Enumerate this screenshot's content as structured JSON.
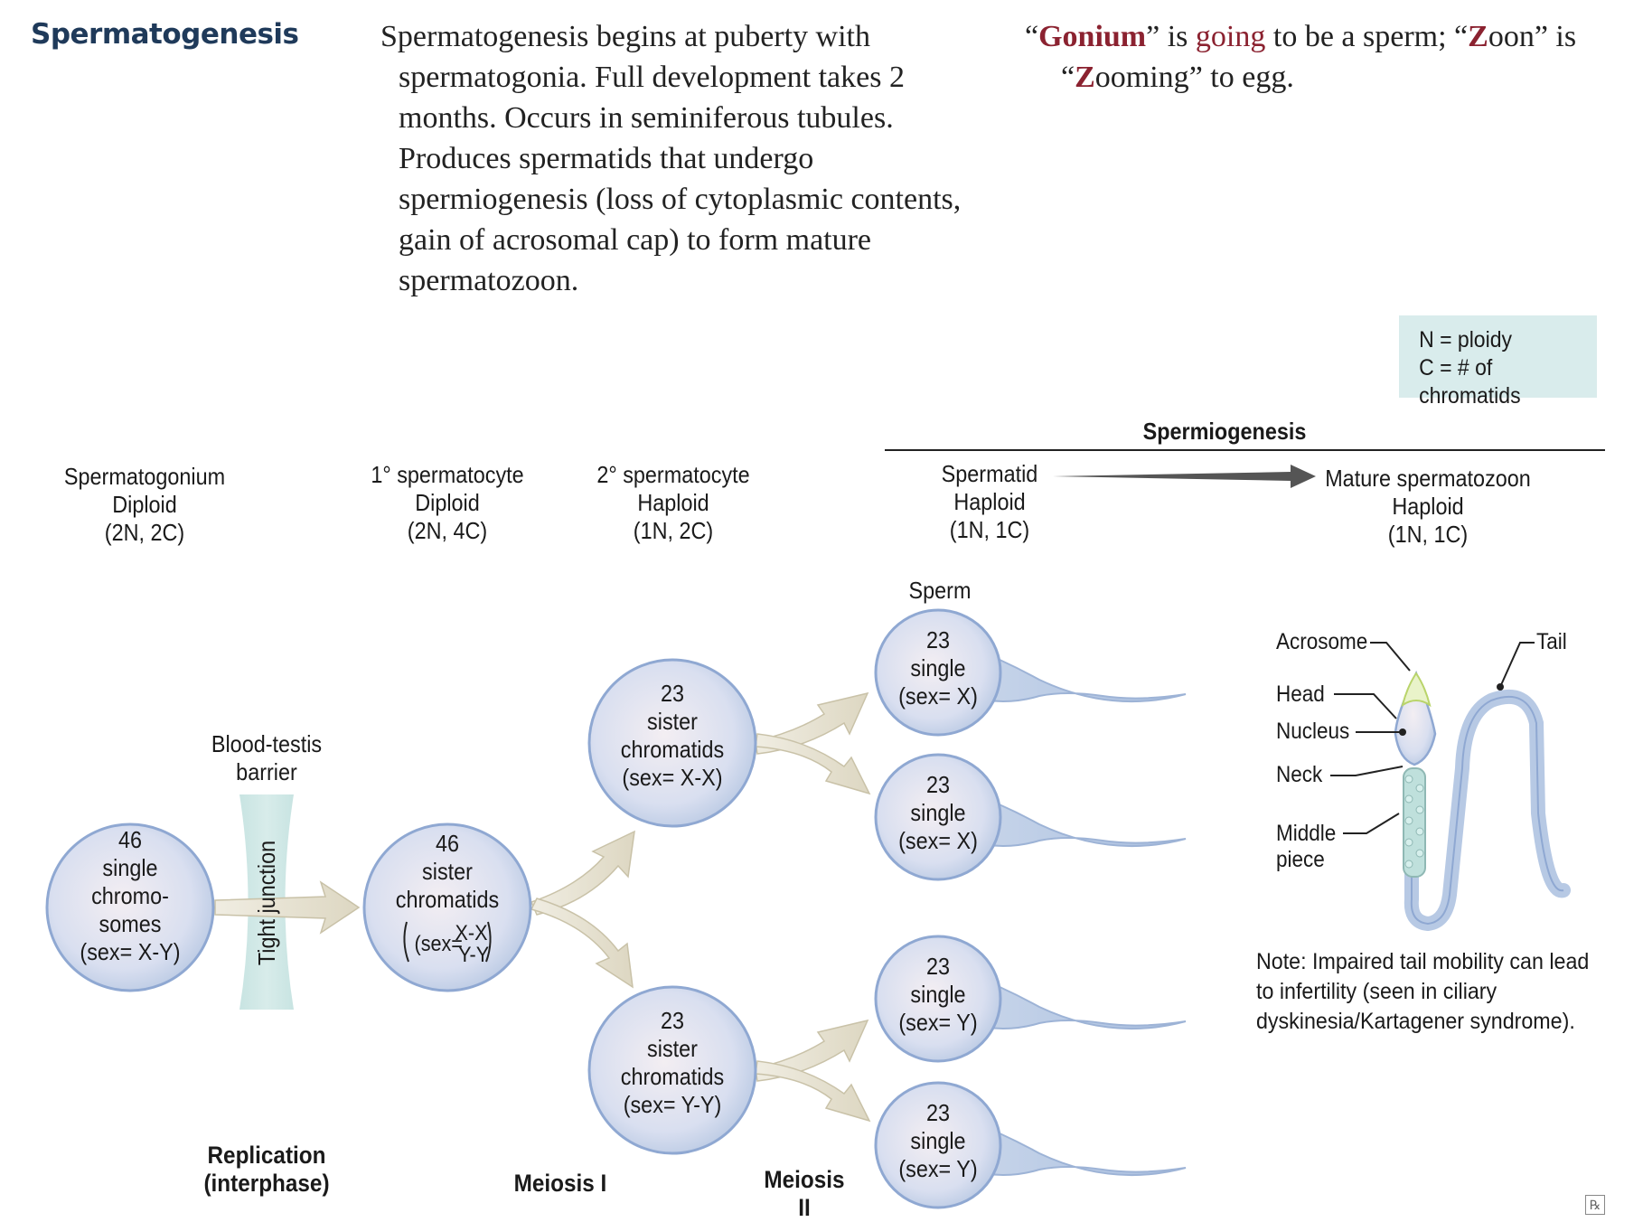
{
  "header": {
    "title": "Spermatogenesis",
    "body_lines": [
      "Spermatogenesis begins at puberty with",
      "spermatogonia. Full development takes 2",
      "months. Occurs in seminiferous tubules.",
      "Produces spermatids that undergo",
      "spermiogenesis (loss of cytoplasmic contents,",
      "gain of acrosomal cap) to form mature",
      "spermatozoon."
    ],
    "mnemonic": {
      "q1": "“",
      "gonium": "Gonium",
      "t1": "” is ",
      "going": "going",
      "t2": " to be a sperm; “",
      "z1": "Z",
      "oon": "oon",
      "t3": "” is",
      "q2": "“",
      "z2": "Z",
      "ooming": "ooming",
      "t4": "” to egg."
    }
  },
  "key": {
    "line1": "N = ploidy",
    "line2": "C = # of chromatids"
  },
  "spermiogenesis_label": "Spermiogenesis",
  "stages": {
    "spermatogonium": [
      "Spermatogonium",
      "Diploid",
      "(2N, 2C)"
    ],
    "primary": [
      "1° spermatocyte",
      "Diploid",
      "(2N, 4C)"
    ],
    "secondary": [
      "2° spermatocyte",
      "Haploid",
      "(1N, 2C)"
    ],
    "spermatid": [
      "Spermatid",
      "Haploid",
      "(1N, 1C)"
    ],
    "mature": [
      "Mature spermatozoon",
      "Haploid",
      "(1N, 1C)"
    ]
  },
  "sperm_label": "Sperm",
  "barrier": {
    "line1": "Blood-testis",
    "line2": "barrier",
    "junction": "Tight junction"
  },
  "cells": {
    "c1": [
      "46",
      "single",
      "chromo-",
      "somes",
      "(sex= X-Y)"
    ],
    "c2": [
      "46",
      "sister",
      "chromatids",
      "(sex=",
      "X-X",
      "Y-Y"
    ],
    "c3": [
      "23",
      "sister",
      "chromatids",
      "(sex= X-X)"
    ],
    "c4": [
      "23",
      "sister",
      "chromatids",
      "(sex= Y-Y)"
    ],
    "s1": [
      "23",
      "single",
      "(sex= X)"
    ],
    "s2": [
      "23",
      "single",
      "(sex= X)"
    ],
    "s3": [
      "23",
      "single",
      "(sex= Y)"
    ],
    "s4": [
      "23",
      "single",
      "(sex= Y)"
    ]
  },
  "phases": {
    "replication": [
      "Replication",
      "(interphase)"
    ],
    "meiosis1": "Meiosis I",
    "meiosis2": "Meiosis II"
  },
  "anatomy": {
    "acrosome": "Acrosome",
    "head": "Head",
    "nucleus": "Nucleus",
    "neck": "Neck",
    "middle": [
      "Middle",
      "piece"
    ],
    "tail": "Tail"
  },
  "note": "Note: Impaired tail mobility can lead to infertility (seen in ciliary dyskinesia/Kartagener syndrome).",
  "logo": "℞"
}
